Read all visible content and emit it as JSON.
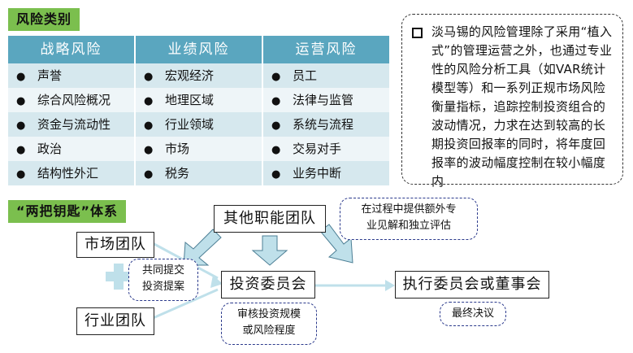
{
  "risk_section": {
    "label": "风险类别",
    "columns": [
      {
        "title": "战略风险",
        "items": [
          "声誉",
          "综合风险概况",
          "资金与流动性",
          "政治",
          "结构性外汇"
        ]
      },
      {
        "title": "业绩风险",
        "items": [
          "宏观经济",
          "地理区域",
          "行业领域",
          "市场",
          "税务"
        ]
      },
      {
        "title": "运营风险",
        "items": [
          "员工",
          "法律与监管",
          "系统与流程",
          "交易对手",
          "业务中断"
        ]
      }
    ],
    "bullet": "●"
  },
  "description": "淡马锡的风险管理除了采用“植入式”的管理运营之外，也通过专业性的风险分析工具（如VAR统计模型等）和一系列正规市场风险衡量指标，追踪控制投资组合的波动情况，力求在达到较高的长期投资回报率的同时，将年度回报率的波动幅度控制在较小幅度内",
  "keys_section": {
    "label": "“两把钥匙”体系",
    "market_team": "市场团队",
    "industry_team": "行业团队",
    "other_teams": "其他职能团队",
    "committee": "投资委员会",
    "executive": "执行委员会或董事会",
    "note_joint": [
      "共同提交",
      "投资提案"
    ],
    "note_process": [
      "在过程中提供额外专",
      "业见解和独立评估"
    ],
    "note_review": [
      "审核投资规模",
      "或风险程度"
    ],
    "note_final": "最终决议"
  },
  "colors": {
    "label_green": "#7bbf4e",
    "table_header": "#5aa6bf",
    "row_dark": "#d6e8ee",
    "row_light": "#eef5f8",
    "arrow_light": "#bfe0ea",
    "note_border": "#2b3a8c"
  }
}
